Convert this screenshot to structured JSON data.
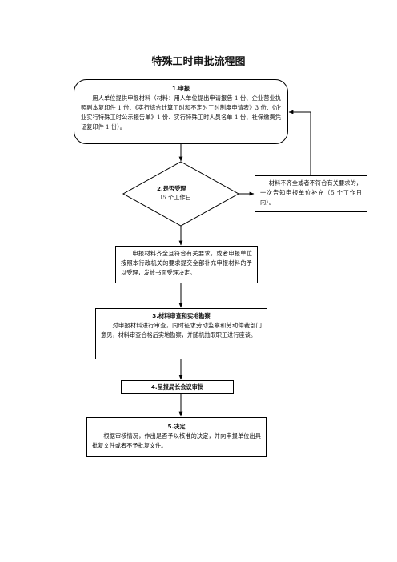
{
  "title": "特殊工时审批流程图",
  "step1": {
    "heading": "1.申报",
    "text": "用人单位提供申报材料（材料：用人单位提出申请报告 1 份、企业营业执照副本复印件 1 份、《实行综合计算工时和不定时工时制度申请表》3 份、《企业实行特殊工时公示报告单》1 份、实行特殊工时人员名单 1 份、社保缴费凭证复印件 1 份）。"
  },
  "step2": {
    "heading": "2.是否受理",
    "text": "（5 个工作日"
  },
  "side_note": {
    "text": "材料不齐全或者不符合有关要求的，一次告知申报单位补充（5 个工作日内）。"
  },
  "acceptance": {
    "text": "申报材料齐全且符合有关要求，或者申报单位按照本行政机关的要求提交全部补充申报材料的予以受理，发放书面受理决定。"
  },
  "step3": {
    "heading": "3.材料审查和实地勘察",
    "text": "对申报材料进行审查，同时征求劳动监察和劳动仲裁部门意见，材料审查合格后实地勘察，并随机抽取职工进行座谈。"
  },
  "step4": {
    "heading": "4.呈报局长会议审批"
  },
  "step5": {
    "heading": "5.决定",
    "text": "根据审核情况，作出是否予以核准的决定，并向申报单位出具批复文件或者不予批复文件。"
  }
}
